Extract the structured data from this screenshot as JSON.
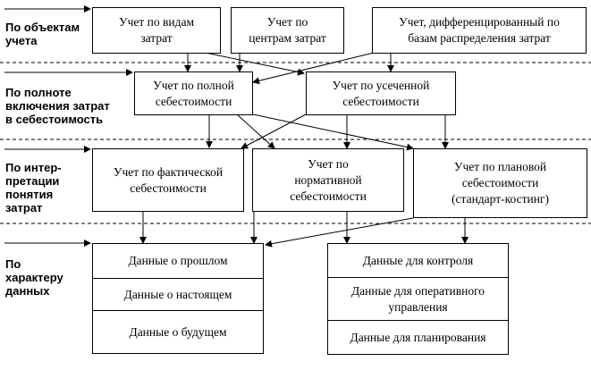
{
  "levels": [
    {
      "label": "По объектам\nучета"
    },
    {
      "label": "По полноте\nвключения затрат\nв себестоимость"
    },
    {
      "label": "По интер-\nпретации\nпонятия\nзатрат"
    },
    {
      "label": "По\nхарактеру\nданных"
    }
  ],
  "row1": [
    {
      "text": "Учет по видам\nзатрат"
    },
    {
      "text": "Учет по\nцентрам затрат"
    },
    {
      "text": "Учет, дифференцированный по\nбазам распределения затрат"
    }
  ],
  "row2": [
    {
      "text": "Учет по полной\nсебестоимости"
    },
    {
      "text": "Учет по усеченной\nсебестоимости"
    }
  ],
  "row3": [
    {
      "text": "Учет по фактической\nсебестоимости"
    },
    {
      "text": "Учет по\nнормативной\nсебестоимости"
    },
    {
      "text": "Учет по плановой\nсебестоимости\n(стандарт-костинг)"
    }
  ],
  "row4": {
    "left": [
      "Данные о прошлом",
      "Данные о настоящем",
      "Данные о будущем"
    ],
    "right": [
      "Данные для контроля",
      "Данные для оперативного\nуправления",
      "Данные для планирования"
    ]
  }
}
